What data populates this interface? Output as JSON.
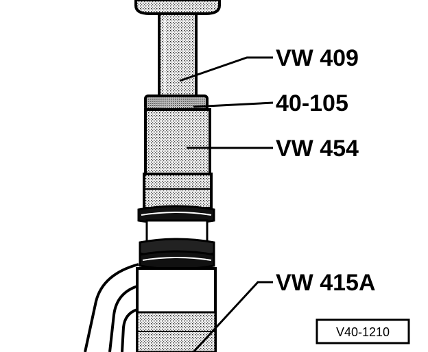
{
  "figure": {
    "callouts": [
      {
        "id": "vw409",
        "text": "VW 409"
      },
      {
        "id": "p40105",
        "text": "40-105"
      },
      {
        "id": "vw454",
        "text": "VW 454"
      },
      {
        "id": "vw415a",
        "text": "VW 415A"
      }
    ],
    "figure_ref": "V40-1210"
  }
}
